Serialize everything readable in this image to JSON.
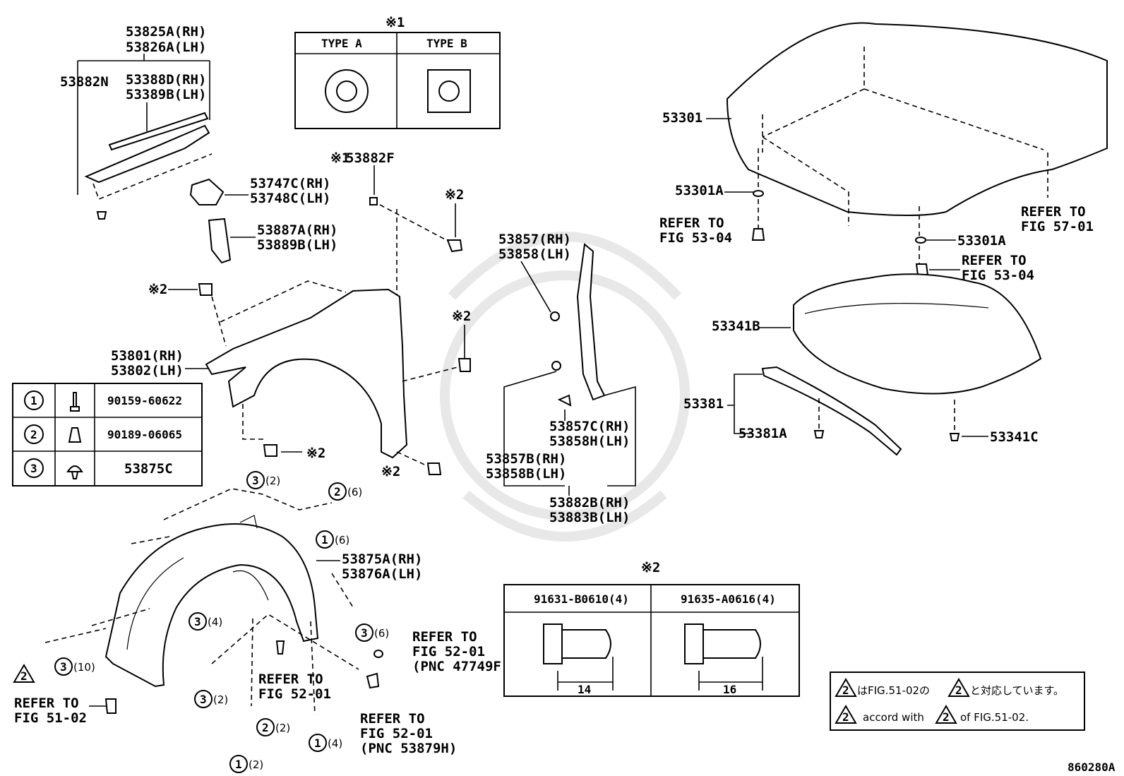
{
  "parts": {
    "p53825A": "53825A(RH)",
    "p53826A": "53826A(LH)",
    "p53882N": "53882N",
    "p53388D": "53388D(RH)",
    "p53389B": "53389B(LH)",
    "p53747C": "53747C(RH)",
    "p53748C": "53748C(LH)",
    "p53887A": "53887A(RH)",
    "p53889B": "53889B(LH)",
    "p53882F": "53882F",
    "p53801": "53801(RH)",
    "p53802": "53802(LH)",
    "p53857": "53857(RH)",
    "p53858": "53858(LH)",
    "p53857C": "53857C(RH)",
    "p53858H": "53858H(LH)",
    "p53857B": "53857B(RH)",
    "p53858B": "53858B(LH)",
    "p53882B": "53882B(RH)",
    "p53883B": "53883B(LH)",
    "p53875A": "53875A(RH)",
    "p53876A": "53876A(LH)",
    "p53301": "53301",
    "p53301A_1": "53301A",
    "p53301A_2": "53301A",
    "p53341B": "53341B",
    "p53381": "53381",
    "p53381A": "53381A",
    "p53341C": "53341C"
  },
  "marks": {
    "note1": "※1",
    "note2": "※2",
    "note1_53882F": "※1"
  },
  "type_table": {
    "header_note": "※1",
    "col_a": "TYPE A",
    "col_b": "TYPE B"
  },
  "fastener_table": {
    "rows": [
      {
        "num": "1",
        "part": "90159-60622"
      },
      {
        "num": "2",
        "part": "90189-06065"
      },
      {
        "num": "3",
        "part": "53875C"
      }
    ]
  },
  "bolt_table": {
    "note": "※2",
    "col1": "91631-B0610(4)",
    "col2": "91635-A0616(4)",
    "len1": "14",
    "len2": "16"
  },
  "refs": {
    "fig5304_a_1": "REFER TO",
    "fig5304_a_2": "FIG 53-04",
    "fig5304_b_1": "REFER TO",
    "fig5304_b_2": "FIG 53-04",
    "fig5701_1": "REFER TO",
    "fig5701_2": "FIG 57-01",
    "fig5201_a_1": "REFER TO",
    "fig5201_a_2": "FIG 52-01",
    "fig5201_b_1": "REFER TO",
    "fig5201_b_2": "FIG 52-01",
    "fig5201_b_3": "(PNC 47749F)",
    "fig5201_c_1": "REFER TO",
    "fig5201_c_2": "FIG 52-01",
    "fig5201_c_3": "(PNC 53879H)",
    "fig5102_1": "REFER TO",
    "fig5102_2": "FIG 51-02",
    "tri_num": "2"
  },
  "callouts": {
    "c3_2_top": "(2)",
    "c2_6": "(6)",
    "c1_6": "(6)",
    "c3_4": "(4)",
    "c3_6": "(6)",
    "c3_10": "(10)",
    "c3_2_bot": "(2)",
    "c2_2": "(2)",
    "c1_4": "(4)",
    "c1_2": "(2)"
  },
  "notes": {
    "jp_text": "はFIG.51-02の",
    "jp_text2": "と対応しています。",
    "en_text": "accord with",
    "en_text2": "of FIG.51-02."
  },
  "footer": {
    "code": "860280A"
  }
}
